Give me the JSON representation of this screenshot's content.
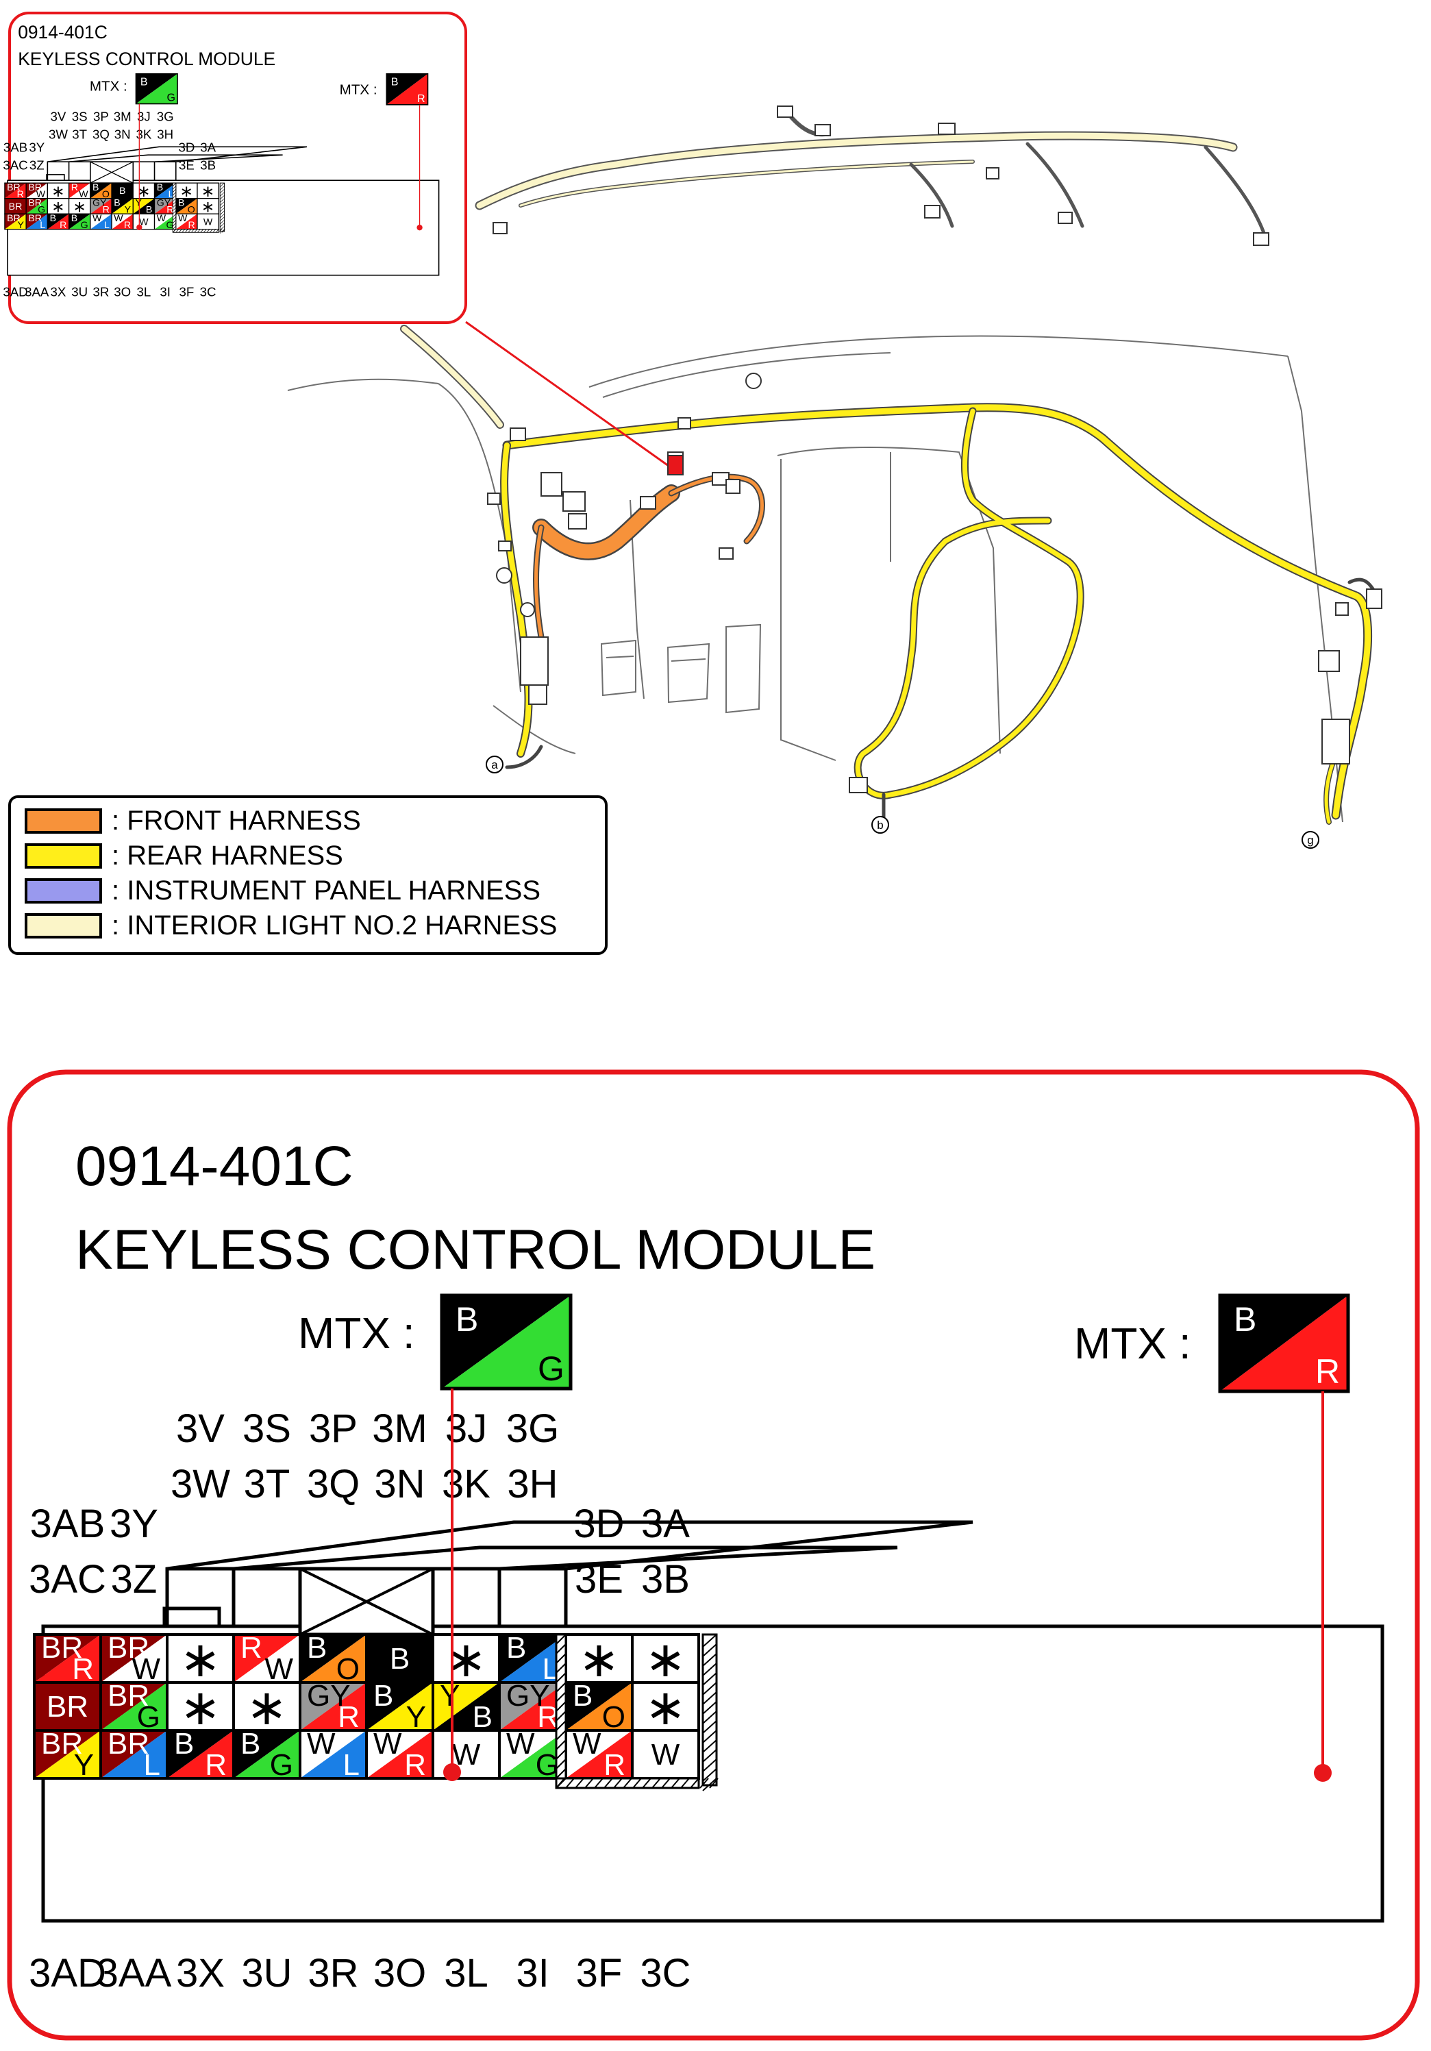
{
  "connector": {
    "code": "0914-401C",
    "name": "KEYLESS CONTROL MODULE",
    "mtx_label": "MTX :",
    "mtx_left": {
      "top": "B",
      "bottom": "G",
      "top_color": "#000000",
      "bottom_color": "#33dd33"
    },
    "mtx_right": {
      "top": "B",
      "bottom": "R",
      "top_color": "#000000",
      "bottom_color": "#ff1a1a"
    },
    "not_used_symbol": "∗",
    "top_labels": [
      {
        "line1": "3AB",
        "line2": "3AC"
      },
      {
        "line1": "3Y",
        "line2": "3Z"
      },
      {
        "line1": "3V",
        "line2": "3W"
      },
      {
        "line1": "3S",
        "line2": "3T"
      },
      {
        "line1": "3P",
        "line2": "3Q"
      },
      {
        "line1": "3M",
        "line2": "3N"
      },
      {
        "line1": "3J",
        "line2": "3K"
      },
      {
        "line1": "3G",
        "line2": "3H"
      },
      {
        "line1": "3D",
        "line2": "3E"
      },
      {
        "line1": "3A",
        "line2": "3B"
      }
    ],
    "bottom_labels": [
      "3AD",
      "3AA",
      "3X",
      "3U",
      "3R",
      "3O",
      "3L",
      "3I",
      "3F",
      "3C"
    ],
    "rows": [
      [
        {
          "type": "split",
          "top": "BR",
          "bottom": "R",
          "top_color": "#8b0000",
          "bottom_color": "#ff1a1a"
        },
        {
          "type": "split",
          "top": "BR",
          "bottom": "W",
          "top_color": "#8b0000",
          "bottom_color": "#ffffff"
        },
        {
          "type": "empty"
        },
        {
          "type": "split",
          "top": "R",
          "bottom": "W",
          "top_color": "#ff1a1a",
          "bottom_color": "#ffffff"
        },
        {
          "type": "split",
          "top": "B",
          "bottom": "O",
          "top_color": "#000000",
          "bottom_color": "#ff8c1a"
        },
        {
          "type": "solid",
          "text": "B",
          "color": "#000000"
        },
        {
          "type": "empty"
        },
        {
          "type": "split",
          "top": "B",
          "bottom": "L",
          "top_color": "#000000",
          "bottom_color": "#1a7fe6"
        },
        {
          "type": "empty"
        },
        {
          "type": "empty"
        }
      ],
      [
        {
          "type": "solid",
          "text": "BR",
          "color": "#8b0000"
        },
        {
          "type": "split",
          "top": "BR",
          "bottom": "G",
          "top_color": "#8b0000",
          "bottom_color": "#33dd33"
        },
        {
          "type": "empty"
        },
        {
          "type": "empty"
        },
        {
          "type": "split",
          "top": "GY",
          "bottom": "R",
          "top_color": "#999999",
          "bottom_color": "#ff1a1a"
        },
        {
          "type": "split",
          "top": "B",
          "bottom": "Y",
          "top_color": "#000000",
          "bottom_color": "#ffee00"
        },
        {
          "type": "split",
          "top": "Y",
          "bottom": "B",
          "top_color": "#ffee00",
          "bottom_color": "#000000"
        },
        {
          "type": "split",
          "top": "GY",
          "bottom": "R",
          "top_color": "#999999",
          "bottom_color": "#ff1a1a"
        },
        {
          "type": "split",
          "top": "B",
          "bottom": "O",
          "top_color": "#000000",
          "bottom_color": "#ff8c1a"
        },
        {
          "type": "empty"
        }
      ],
      [
        {
          "type": "split",
          "top": "BR",
          "bottom": "Y",
          "top_color": "#8b0000",
          "bottom_color": "#ffee00"
        },
        {
          "type": "split",
          "top": "BR",
          "bottom": "L",
          "top_color": "#8b0000",
          "bottom_color": "#1a7fe6"
        },
        {
          "type": "split",
          "top": "B",
          "bottom": "R",
          "top_color": "#000000",
          "bottom_color": "#ff1a1a"
        },
        {
          "type": "split",
          "top": "B",
          "bottom": "G",
          "top_color": "#000000",
          "bottom_color": "#33dd33"
        },
        {
          "type": "split",
          "top": "W",
          "bottom": "L",
          "top_color": "#ffffff",
          "bottom_color": "#1a7fe6"
        },
        {
          "type": "split",
          "top": "W",
          "bottom": "R",
          "top_color": "#ffffff",
          "bottom_color": "#ff1a1a"
        },
        {
          "type": "solid",
          "text": "W",
          "color": "#ffffff"
        },
        {
          "type": "split",
          "top": "W",
          "bottom": "G",
          "top_color": "#ffffff",
          "bottom_color": "#33dd33"
        },
        {
          "type": "split",
          "top": "W",
          "bottom": "R",
          "top_color": "#ffffff",
          "bottom_color": "#ff1a1a"
        },
        {
          "type": "solid",
          "text": "W",
          "color": "#ffffff"
        }
      ]
    ]
  },
  "harness_legend": [
    {
      "label": ": FRONT HARNESS",
      "color": "#f7923a"
    },
    {
      "label": ": REAR HARNESS",
      "color": "#ffee1a"
    },
    {
      "label": ": INSTRUMENT PANEL HARNESS",
      "color": "#9999ee"
    },
    {
      "label": ": INTERIOR LIGHT NO.2 HARNESS",
      "color": "#fbf5c8"
    }
  ],
  "ground_points": [
    "a",
    "b",
    "g"
  ],
  "frame_color": "#e8161b"
}
